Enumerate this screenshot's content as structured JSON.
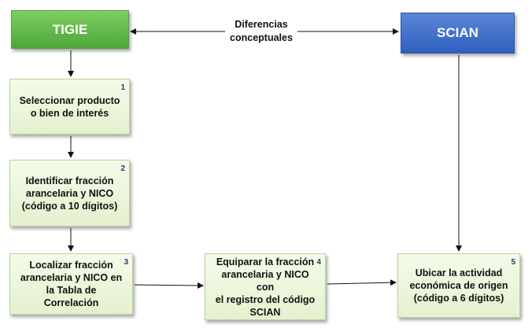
{
  "tigie": "TIGIE",
  "scian": "SCIAN",
  "relation_label_line1": "Diferencias",
  "relation_label_line2": "conceptuales",
  "steps": [
    {
      "number": "1",
      "lines": [
        "Seleccionar producto",
        "o bien de interés"
      ]
    },
    {
      "number": "2",
      "lines": [
        "Identificar fracción",
        "arancelaria y NICO",
        "(código a 10 dígitos)"
      ]
    },
    {
      "number": "3",
      "lines": [
        "Localizar fracción",
        "arancelaria y NICO en",
        "la Tabla de Correlación"
      ]
    },
    {
      "number": "4",
      "lines": [
        "Equiparar la fracción",
        "arancelaria y NICO con",
        "el registro del código",
        "SCIAN"
      ]
    },
    {
      "number": "5",
      "lines": [
        "Ubicar la actividad",
        "económica de origen",
        "(código a 6 dígitos)"
      ]
    }
  ]
}
